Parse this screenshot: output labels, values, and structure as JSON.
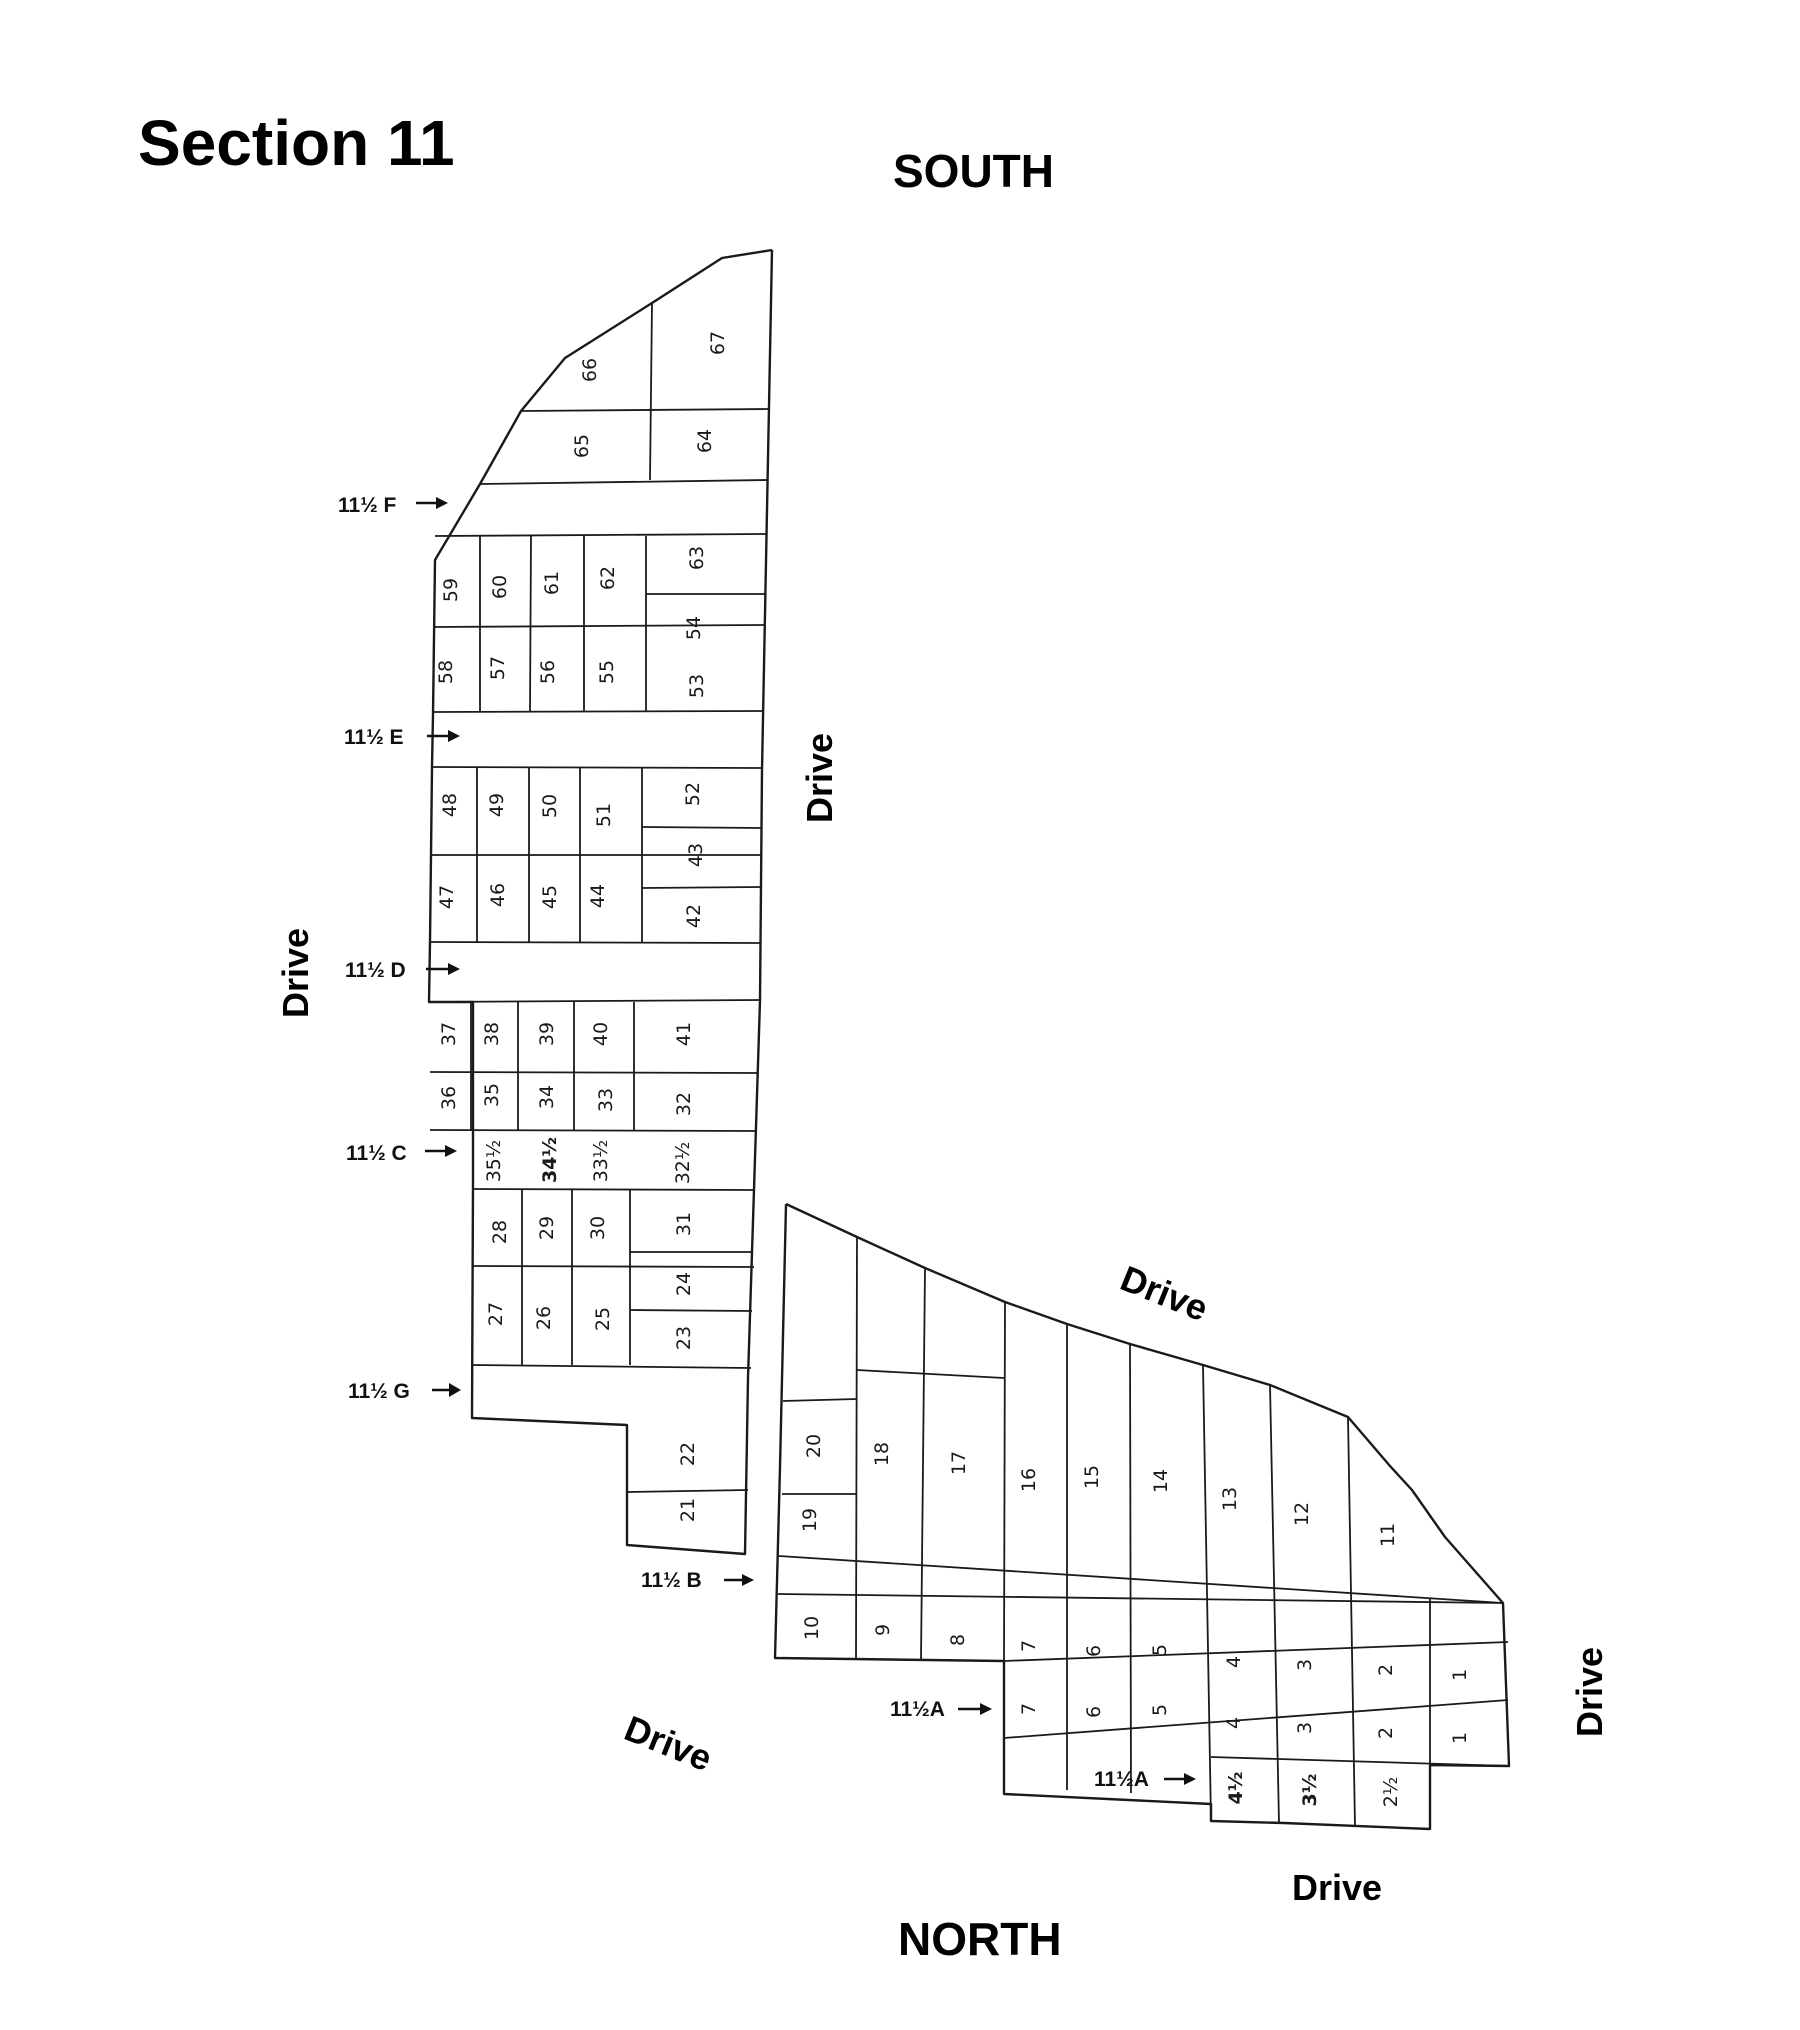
{
  "title": "Section 11",
  "compass": {
    "top": "SOUTH",
    "bottom": "NORTH"
  },
  "drive_label": "Drive",
  "row_labels": {
    "f": "11½ F",
    "e": "11½ E",
    "d": "11½ D",
    "c": "11½ C",
    "g": "11½ G",
    "b": "11½ B",
    "a1": "11½A",
    "a2": "11½A"
  },
  "plots": {
    "p67": "67",
    "p66": "66",
    "p65": "65",
    "p64": "64",
    "p59": "59",
    "p60": "60",
    "p61": "61",
    "p62": "62",
    "p63": "63",
    "p54": "54",
    "p58": "58",
    "p57": "57",
    "p56": "56",
    "p55": "55",
    "p53": "53",
    "p48": "48",
    "p49": "49",
    "p50": "50",
    "p51": "51",
    "p52": "52",
    "p43": "43",
    "p47": "47",
    "p46": "46",
    "p45": "45",
    "p44": "44",
    "p42": "42",
    "p37": "37",
    "p38": "38",
    "p39": "39",
    "p40": "40",
    "p41": "41",
    "p36": "36",
    "p35": "35",
    "p34": "34",
    "p33": "33",
    "p32": "32",
    "p35h": "35½",
    "p34h": "34½",
    "p33h": "33½",
    "p32h": "32½",
    "p28": "28",
    "p29": "29",
    "p30": "30",
    "p31": "31",
    "p27": "27",
    "p26": "26",
    "p25": "25",
    "p24": "24",
    "p23": "23",
    "p22": "22",
    "p21": "21",
    "p20": "20",
    "p19": "19",
    "p18": "18",
    "p17": "17",
    "p16": "16",
    "p15": "15",
    "p14": "14",
    "p13": "13",
    "p12": "12",
    "p11": "11",
    "p10": "10",
    "p9": "9",
    "p8": "8",
    "p7a": "7",
    "p6a": "6",
    "p5a": "5",
    "p4a": "4",
    "p3a": "3",
    "p2a": "2",
    "p1a": "1",
    "p7b": "7",
    "p6b": "6",
    "p5b": "5",
    "p4b": "4",
    "p3b": "3",
    "p2b": "2",
    "p1b": "1",
    "p4h": "4½",
    "p3h": "3½",
    "p2h": "2½"
  }
}
